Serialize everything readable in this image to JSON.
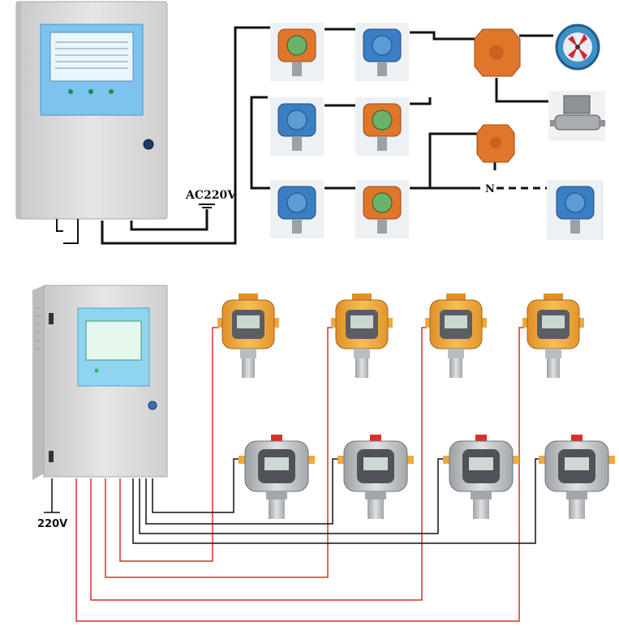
{
  "top_diagram": {
    "power_label": "AC220V",
    "chain_label": "N",
    "controller": {
      "status_lights": 3,
      "screen_color": "#bfe7ff",
      "panel_color": "#7cc3f0"
    }
  },
  "bottom_diagram": {
    "power_label": "220V",
    "controller": {
      "screen_color": "#cfeeda",
      "panel_color": "#8fd4f0"
    },
    "detector_rows": 2,
    "detectors_per_row": 4
  },
  "colors": {
    "wire_black": "#111111",
    "wire_red": "#d9302a",
    "detector_orange": "#e0762a",
    "detector_blue": "#3a7fc4",
    "detector_yellow": "#f2a83a",
    "detector_silver": "#b9bcbf",
    "cabinet_grey": "#dcdcdc"
  },
  "icons": [
    "fan-icon",
    "solenoid-valve-icon",
    "ground-icon"
  ]
}
